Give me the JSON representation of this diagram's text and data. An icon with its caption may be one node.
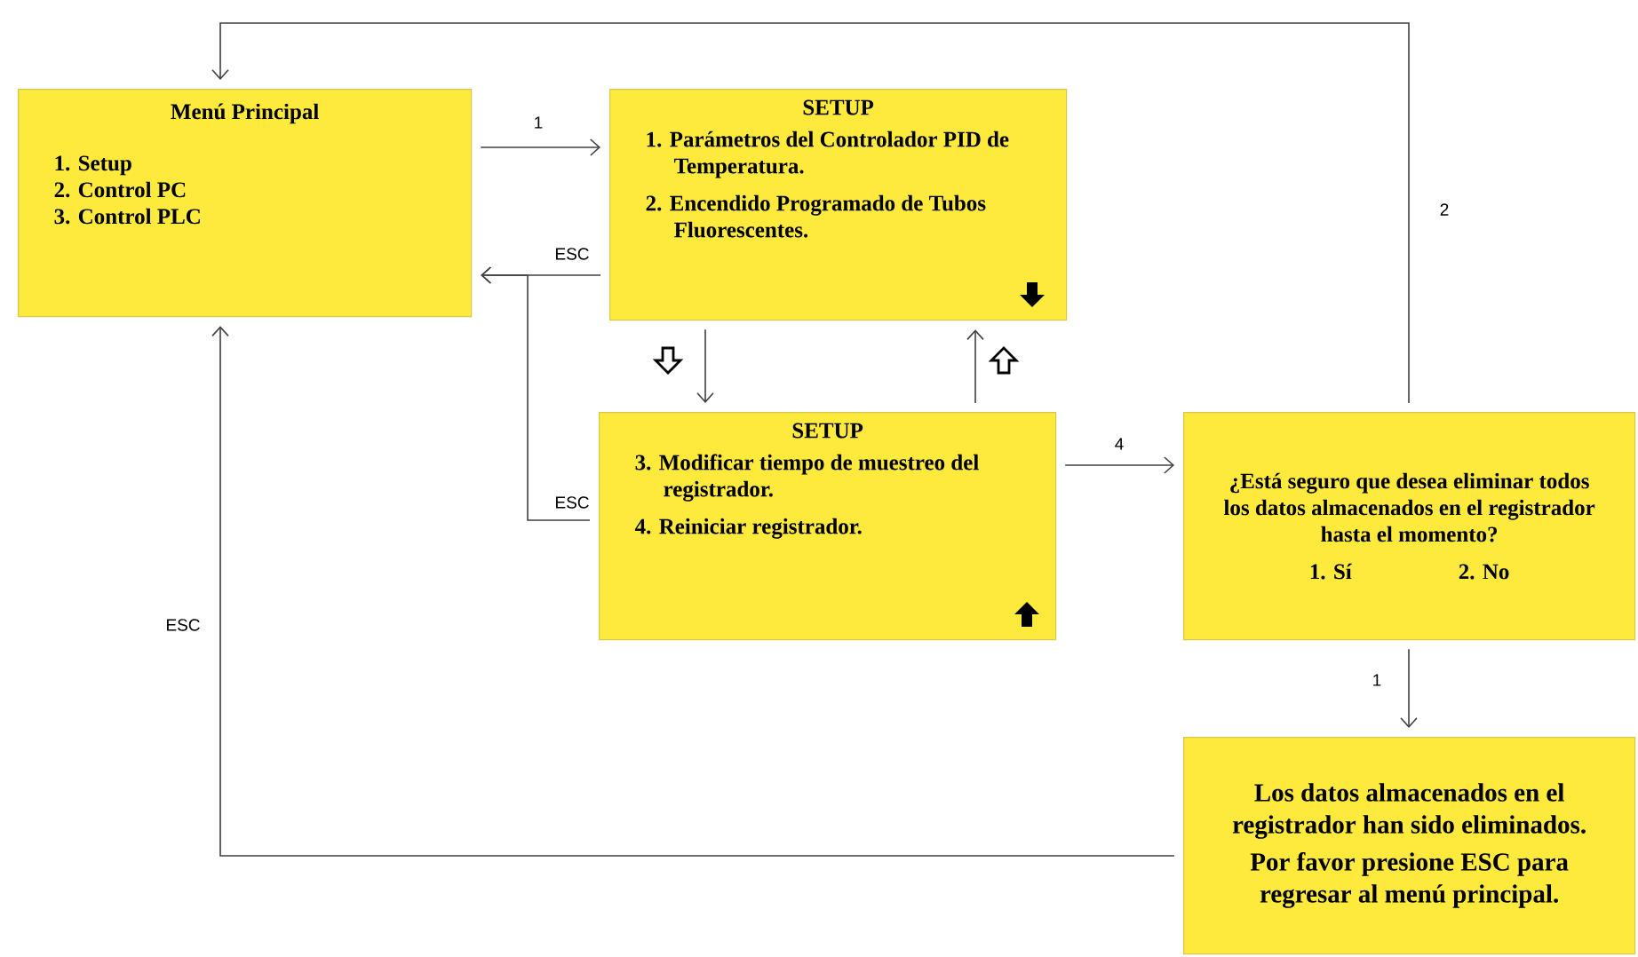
{
  "diagram": {
    "nodes": [
      {
        "text": [
          "Menú Principal",
          "1. Setup",
          "2. Control PC",
          "3. Control PLC"
        ]
      },
      {
        "text": [
          "SETUP",
          "1. Parámetros del Controlador PID de Temperatura.",
          "2. Encendido Programado de Tubos Fluorescentes."
        ]
      },
      {
        "text": [
          "SETUP",
          "3. Modificar tiempo de muestreo del registrador.",
          "4. Reiniciar registrador."
        ]
      },
      {
        "text": [
          "¿Está seguro que desea eliminar todos los datos almacenados en el registrador hasta el momento?",
          "1. Sí",
          "2. No"
        ]
      },
      {
        "text": [
          "Los datos almacenados en el registrador han sido eliminados.",
          "Por favor presione ESC para regresar al menú principal."
        ]
      }
    ],
    "edges": [
      {
        "from": 0,
        "to": 1,
        "arrow": "to",
        "label": "1"
      },
      {
        "from": 1,
        "to": 0,
        "arrow": "to",
        "label": "ESC"
      },
      {
        "from": 2,
        "to": 0,
        "arrow": "to",
        "label": "ESC"
      },
      {
        "from": 1,
        "to": 2,
        "arrow": "to"
      },
      {
        "from": 2,
        "to": 1,
        "arrow": "to"
      },
      {
        "from": 2,
        "to": 3,
        "arrow": "to",
        "label": "4"
      },
      {
        "from": 3,
        "to": 0,
        "arrow": "to",
        "label": "2"
      },
      {
        "from": 3,
        "to": 4,
        "arrow": "to",
        "label": "1"
      },
      {
        "from": 4,
        "to": 0,
        "arrow": "to",
        "label": "ESC"
      }
    ]
  }
}
